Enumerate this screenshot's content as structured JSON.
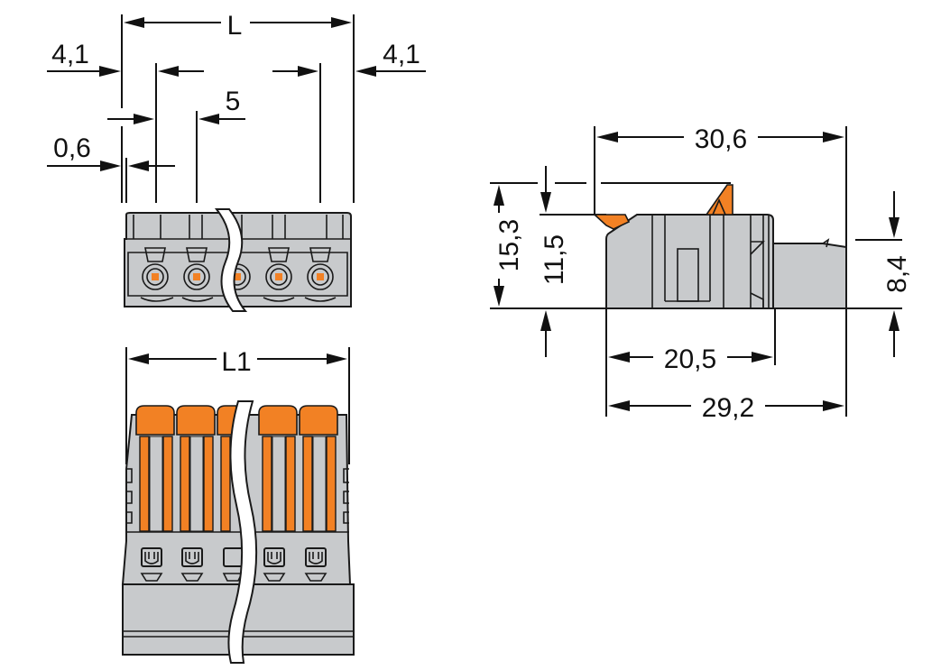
{
  "drawing": {
    "title": "Connector dimensional drawing",
    "colors": {
      "housing": "#c8cacc",
      "actuator": "#f28124",
      "line": "#111111",
      "background": "#ffffff"
    },
    "units": "mm",
    "front_view": {
      "label_L": "L",
      "label_left_offset": "4,1",
      "label_right_offset": "4,1",
      "label_pitch": "5",
      "label_edge": "0,6",
      "pole_count_visible": 5
    },
    "top_view": {
      "label_L1": "L1",
      "pole_count_visible": 5
    },
    "side_view": {
      "label_total_length": "30,6",
      "label_total_height": "15,3",
      "label_body_height": "11,5",
      "label_pin_height": "8,4",
      "label_body_length": "20,5",
      "label_housing_length": "29,2"
    }
  }
}
